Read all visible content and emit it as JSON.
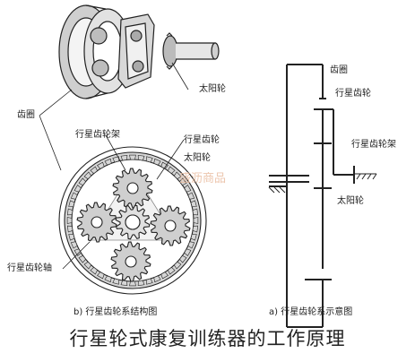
{
  "colors": {
    "line": "#222222",
    "gear_fill": "#dcdcdc",
    "carrier_fill": "#eeeeee",
    "watermark": "#e8b89a"
  },
  "top_view": {
    "sun_gear_label": "太阳轮"
  },
  "left_labels": {
    "ring_gear": "齿圈",
    "planet_carrier": "行星齿轮架",
    "planet_gear": "行星齿轮",
    "sun_gear": "太阳轮",
    "planet_shaft": "行星齿轮轴"
  },
  "right_labels": {
    "ring_gear": "齿圈",
    "planet_gear": "行星齿轮",
    "planet_carrier": "行星齿轮架",
    "sun_gear": "太阳轮"
  },
  "captions": {
    "left": "b) 行星齿轮系结构图",
    "right": "a) 行星齿轮系示意图"
  },
  "watermark": "盛沥商品",
  "page_title": "行星轮式康复训练器的工作原理"
}
